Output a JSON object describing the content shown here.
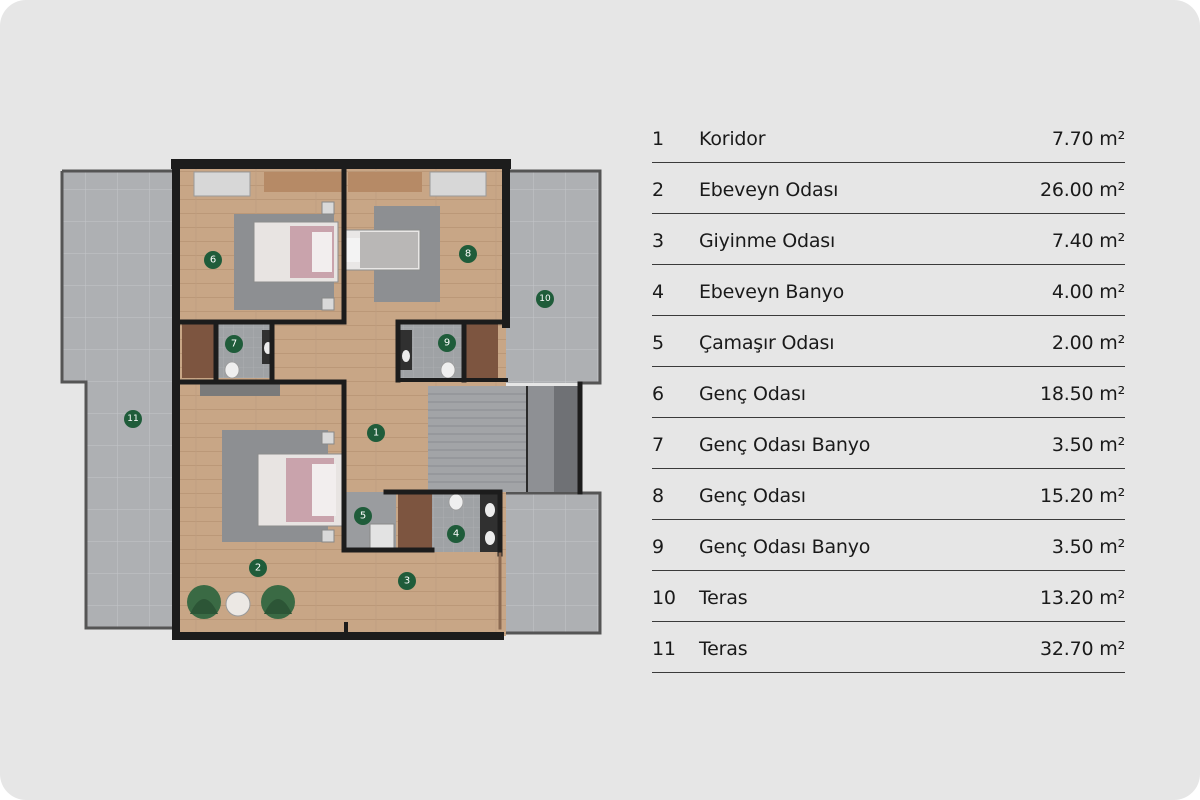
{
  "plan_markers": [
    "1",
    "2",
    "3",
    "4",
    "5",
    "6",
    "7",
    "8",
    "9",
    "10",
    "11"
  ],
  "rooms": [
    {
      "number": "1",
      "name": "Koridor",
      "area": "7.70 m²"
    },
    {
      "number": "2",
      "name": "Ebeveyn Odası",
      "area": "26.00 m²"
    },
    {
      "number": "3",
      "name": "Giyinme Odası",
      "area": "7.40 m²"
    },
    {
      "number": "4",
      "name": "Ebeveyn Banyo",
      "area": "4.00 m²"
    },
    {
      "number": "5",
      "name": "Çamaşır Odası",
      "area": "2.00 m²"
    },
    {
      "number": "6",
      "name": "Genç Odası",
      "area": "18.50 m²"
    },
    {
      "number": "7",
      "name": "Genç Odası Banyo",
      "area": "3.50 m²"
    },
    {
      "number": "8",
      "name": "Genç Odası",
      "area": "15.20 m²"
    },
    {
      "number": "9",
      "name": "Genç Odası Banyo",
      "area": "3.50 m²"
    },
    {
      "number": "10",
      "name": "Teras",
      "area": "13.20 m²"
    },
    {
      "number": "11",
      "name": "Teras",
      "area": "32.70 m²"
    }
  ],
  "colors": {
    "background": "#e6e6e6",
    "marker": "#1f5c3a",
    "wall": "#1c1c1c",
    "wood_floor": "#c9a889",
    "terrace_tile": "#a9abae"
  }
}
